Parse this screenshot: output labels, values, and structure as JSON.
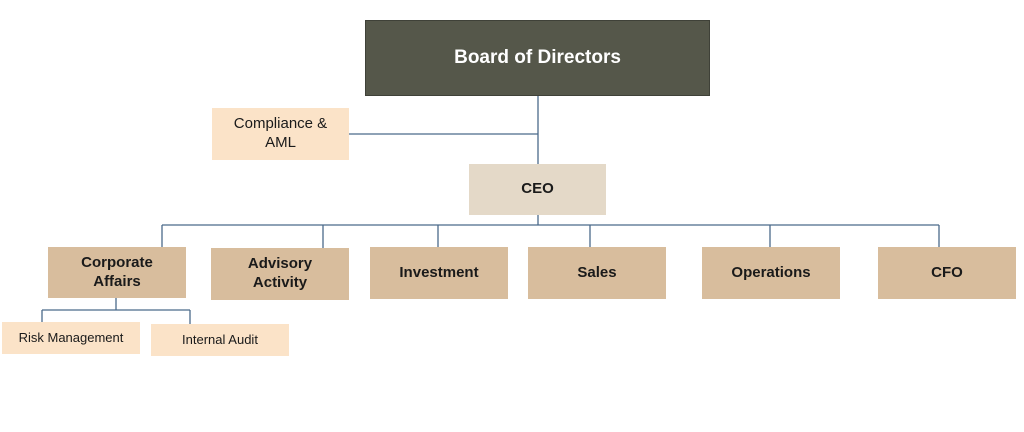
{
  "org_chart": {
    "board": {
      "label": "Board of Directors"
    },
    "compliance": {
      "label_line1": "Compliance &",
      "label_line2": "AML"
    },
    "ceo": {
      "label": "CEO"
    },
    "departments": [
      {
        "label_line1": "Corporate",
        "label_line2": "Affairs"
      },
      {
        "label_line1": "Advisory",
        "label_line2": "Activity"
      },
      {
        "label": "Investment"
      },
      {
        "label": "Sales"
      },
      {
        "label": "Operations"
      },
      {
        "label": "CFO"
      }
    ],
    "corporate_affairs_units": [
      {
        "label": "Risk Management"
      },
      {
        "label": "Internal Audit"
      }
    ],
    "colors": {
      "board_fill": "#55574a",
      "ceo_fill": "#e4d9c8",
      "department_fill": "#d8bd9d",
      "light_fill": "#fbe3c8",
      "connector": "#4a6a8a"
    }
  }
}
